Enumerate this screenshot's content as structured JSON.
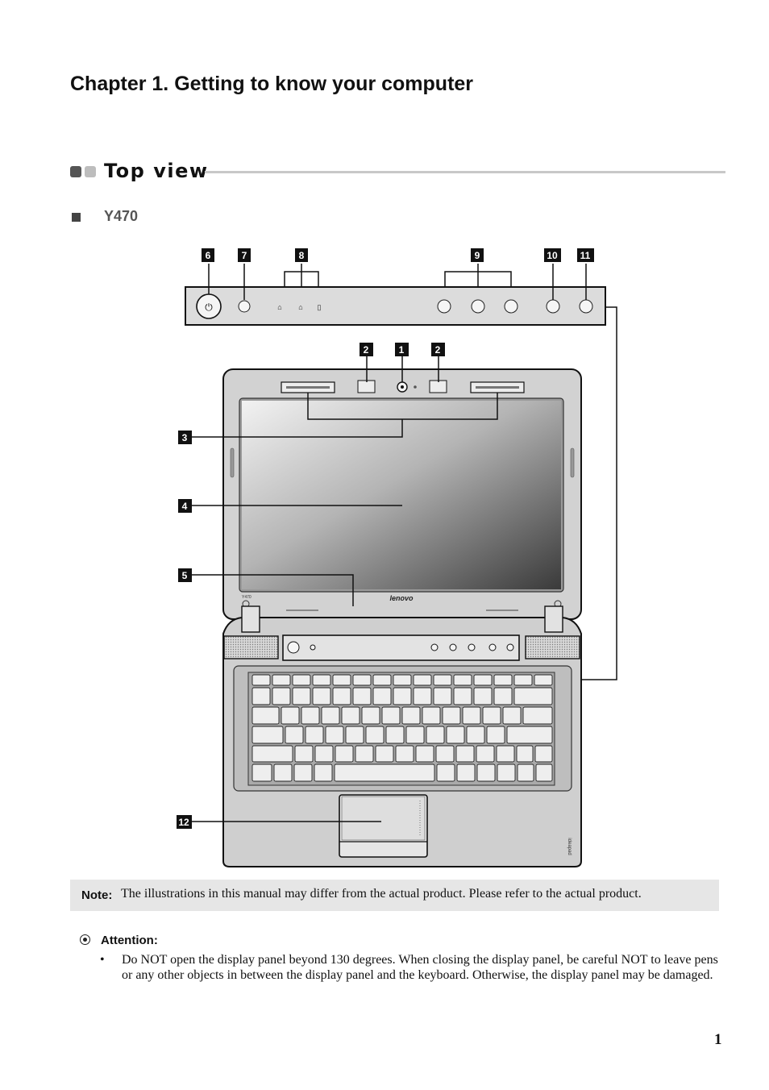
{
  "chapter_title": "Chapter 1. Getting to know your computer",
  "section_title": "Top view",
  "model_label": "Y470",
  "figure": {
    "callouts": [
      "1",
      "2",
      "3",
      "4",
      "5",
      "6",
      "7",
      "8",
      "9",
      "10",
      "11",
      "12"
    ],
    "bezel_model": "Y470",
    "lid_brand": "lenovo",
    "palmrest_brand": "ideapad"
  },
  "note": {
    "label": "Note:",
    "text": "The illustrations in this manual may differ from the actual product. Please refer to the actual product."
  },
  "attention": {
    "label": "Attention:",
    "bullet": "•",
    "items": [
      "Do NOT open the display panel beyond 130 degrees. When closing the display panel, be careful NOT to leave pens or any other objects in between the display panel and the keyboard. Otherwise, the display panel may be damaged."
    ]
  },
  "page_number": "1"
}
